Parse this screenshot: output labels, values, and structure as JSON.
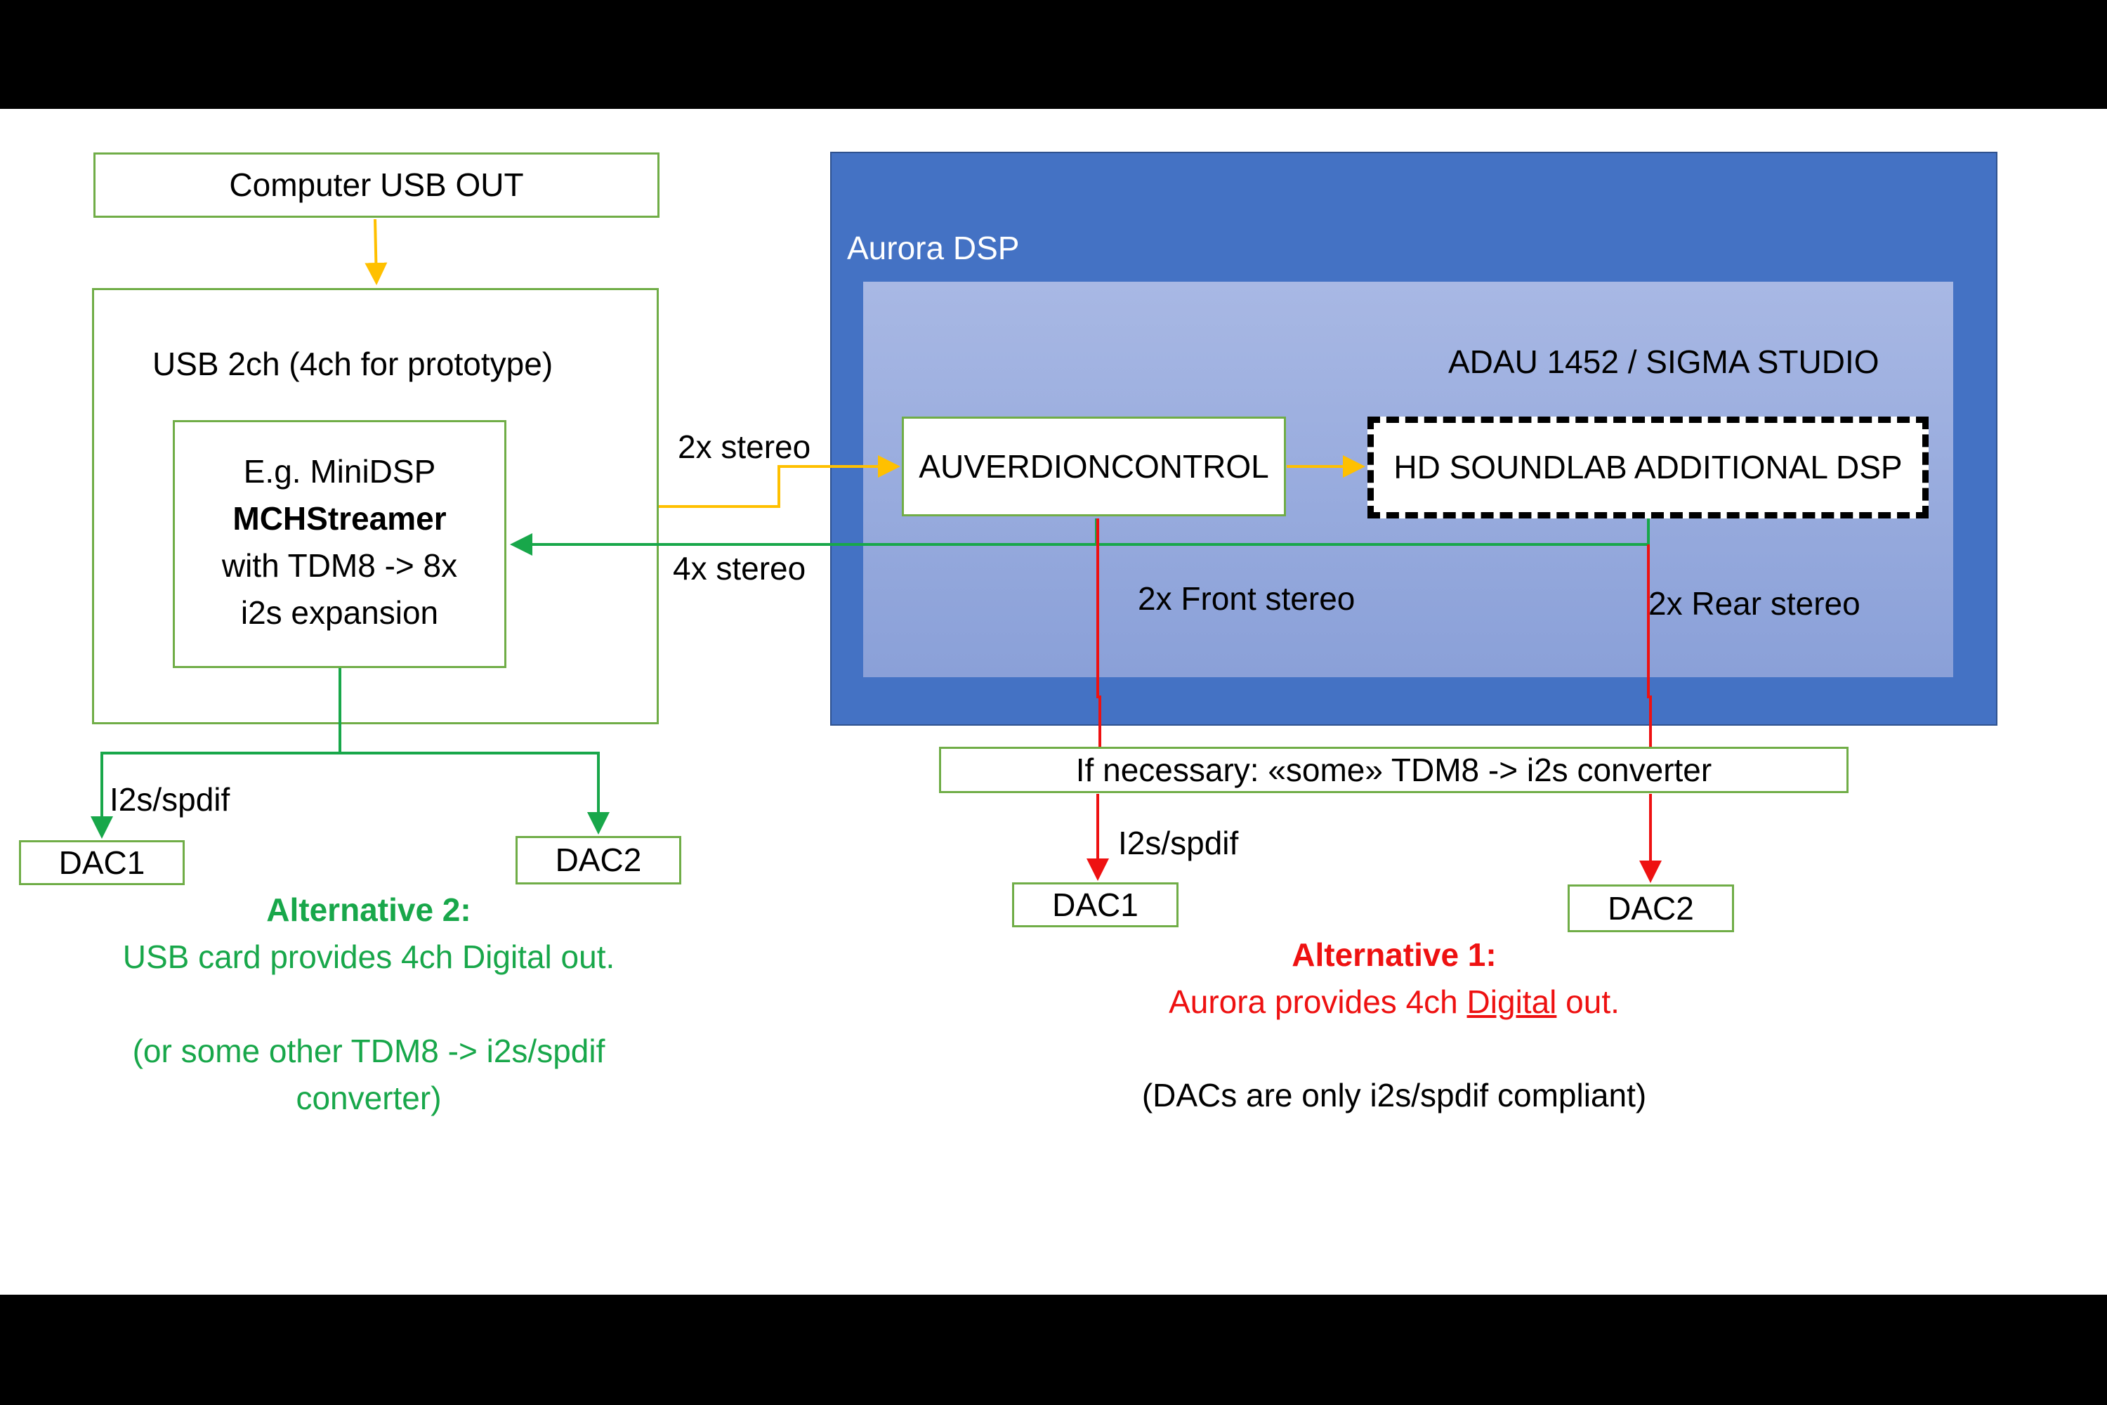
{
  "left": {
    "computer_box": "Computer USB OUT",
    "usb_box": "USB 2ch (4ch for prototype)",
    "minidsp": {
      "line1": "E.g. MiniDSP",
      "line2": "MCHStreamer",
      "line3": "with TDM8 -> 8x",
      "line4": "i2s expansion"
    },
    "i2s_label": "I2s/spdif",
    "dac1": "DAC1",
    "dac2": "DAC2",
    "alt_title": "Alternative 2:",
    "alt_line1": "USB card provides 4ch Digital out.",
    "alt_line2": "(or some other TDM8 -> i2s/spdif",
    "alt_line3": "converter)"
  },
  "links": {
    "stereo_2x": "2x stereo",
    "stereo_4x": "4x stereo"
  },
  "aurora": {
    "title": "Aurora DSP",
    "inner_title": "ADAU 1452 / SIGMA STUDIO",
    "auverdion": "AUVERDIONCONTROL",
    "hd_soundlab": "HD SOUNDLAB ADDITIONAL DSP",
    "front_label": "2x Front stereo",
    "rear_label": "2x Rear stereo"
  },
  "right": {
    "converter": "If necessary: «some» TDM8 -> i2s converter",
    "i2s_label": "I2s/spdif",
    "dac1": "DAC1",
    "dac2": "DAC2",
    "alt_title": "Alternative 1:",
    "alt_line1_pre": "Aurora provides 4ch ",
    "alt_line1_underline": "Digital",
    "alt_line1_post": " out.",
    "note": "(DACs are only i2s/spdif compliant)"
  },
  "colors": {
    "usb_flow": "#ffc000",
    "green_flow": "#18a74a",
    "red_flow": "#ee1111",
    "aurora_outer": "#4472c4",
    "aurora_inner": "#9aaddd",
    "box_border": "#70ad47"
  }
}
